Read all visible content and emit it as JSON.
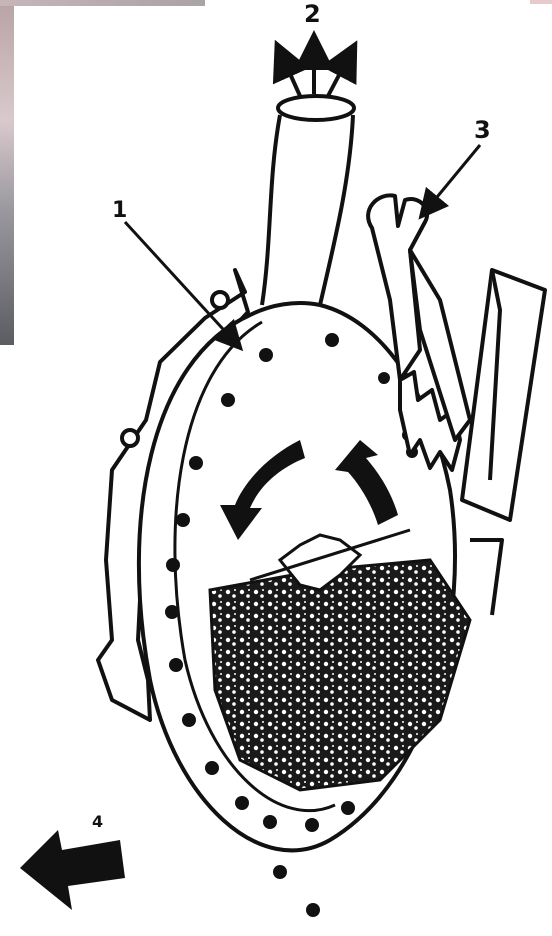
{
  "labels": {
    "part_1": "1",
    "part_2": "2",
    "part_3": "3",
    "part_4": "4"
  },
  "colors": {
    "ink": "#111111",
    "paper": "#ffffff"
  }
}
